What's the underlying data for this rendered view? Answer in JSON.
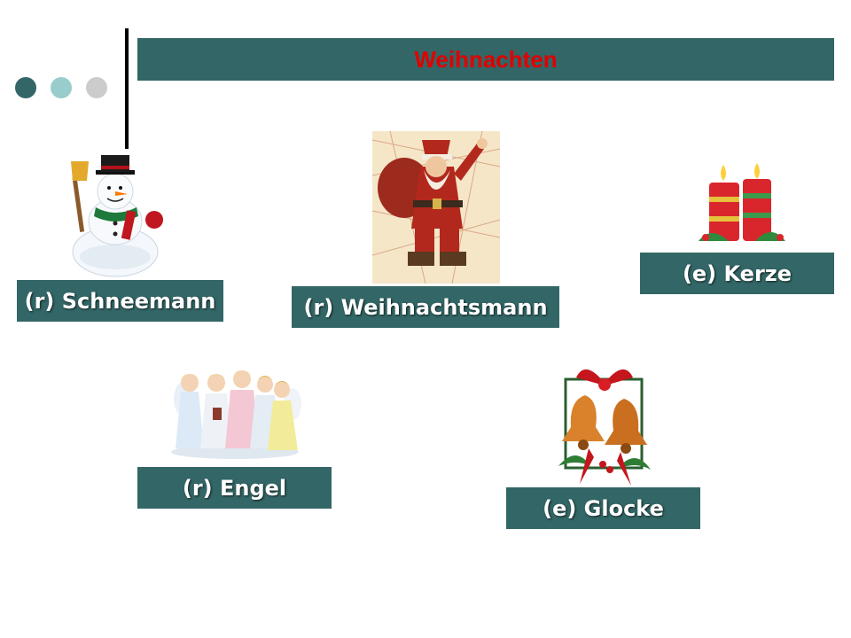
{
  "slide": {
    "title": "Weihnachten",
    "labels": {
      "schneemann": "(r) Schneemann",
      "weihnachtsmann": "(r) Weihnachtsmann",
      "kerze": "(e) Kerze",
      "engel": "(r) Engel",
      "glocke": "(e) Glocke"
    }
  },
  "colors": {
    "bar": "#336666",
    "title": "#e00000",
    "dot_dark": "#336666",
    "dot_light": "#99cccc",
    "dot_gray": "#cccccc"
  },
  "icons": [
    "snowman-icon",
    "santa-claus-icon",
    "candles-icon",
    "angels-icon",
    "bells-icon"
  ]
}
